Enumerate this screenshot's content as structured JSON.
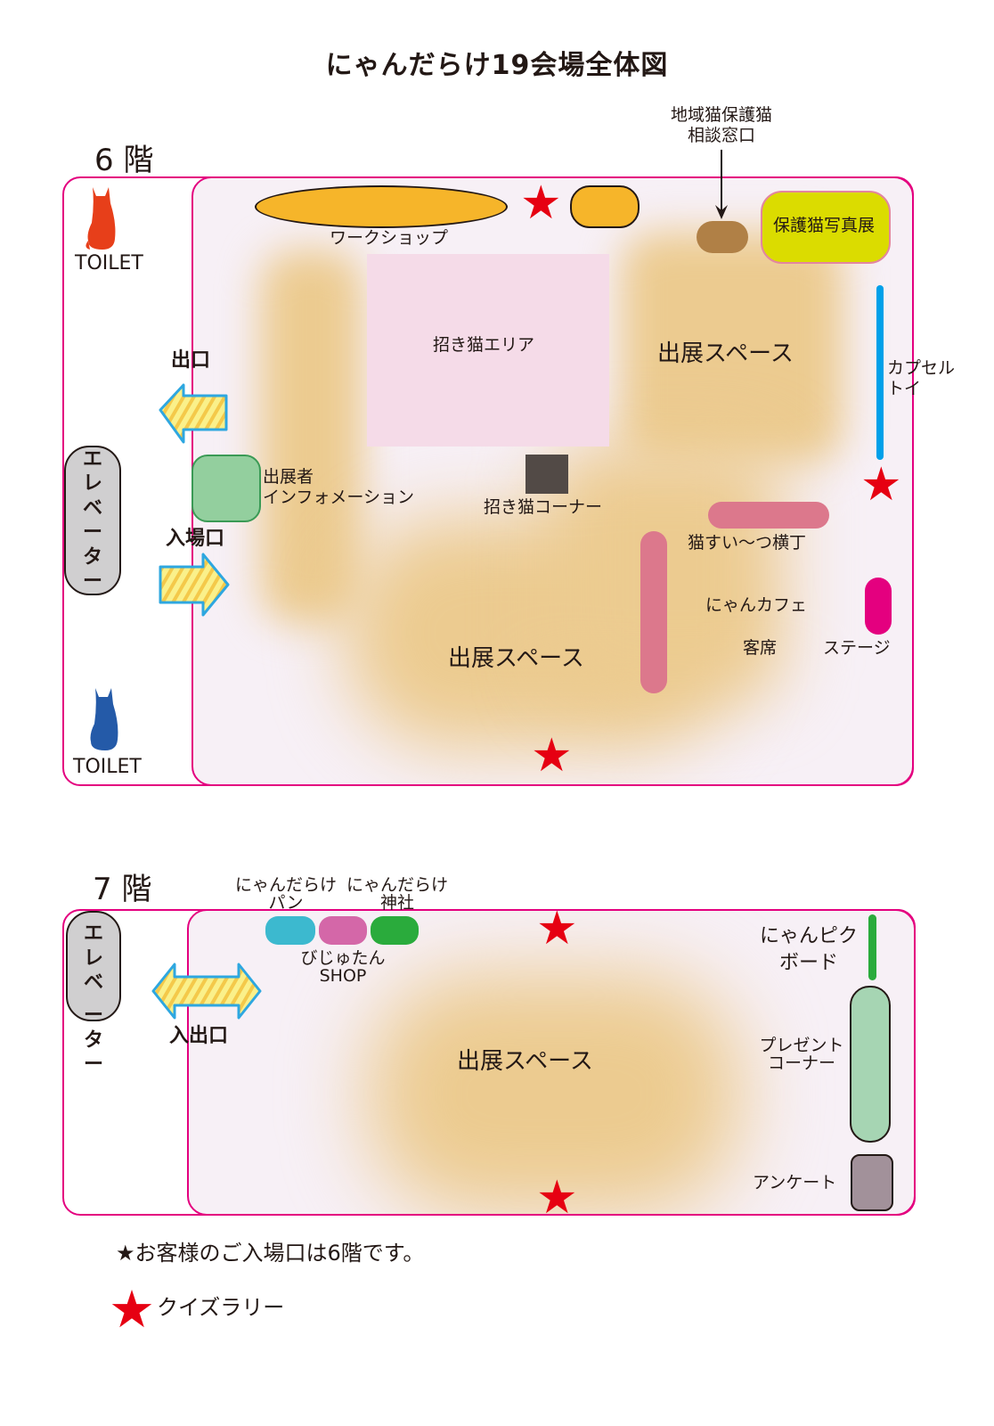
{
  "title": "にゃんだらけ19会場全体図",
  "floor6": {
    "label": "6 階",
    "toilet_top": "TOILET",
    "toilet_bottom": "TOILET",
    "exit_label": "出口",
    "entrance_label": "入場口",
    "elevator": [
      "エ",
      "レ",
      "ベ",
      "ー",
      "タ",
      "ー"
    ],
    "workshop": "ワークショップ",
    "consult": [
      "地域猫保護猫",
      "相談窓口"
    ],
    "photo_exhibit": "保護猫写真展",
    "maneki_area": "招き猫エリア",
    "booth_space_top": "出展スペース",
    "booth_space_bottom": "出展スペース",
    "capsule_toy": [
      "カプセル",
      "トイ"
    ],
    "exhibitor_info": [
      "出展者",
      "インフォメーション"
    ],
    "maneki_corner": "招き猫コーナー",
    "sweets_alley": "猫すい〜つ横丁",
    "cafe": "にゃんカフェ",
    "seats": "客席",
    "stage": "ステージ"
  },
  "floor7": {
    "label": "7 階",
    "elevator": [
      "エ",
      "レ",
      "ベ",
      "ー",
      "タ",
      "ー"
    ],
    "entrance_exit": "入出口",
    "bread": [
      "にゃんだらけ",
      "パン"
    ],
    "shrine": [
      "にゃんだらけ",
      "神社"
    ],
    "shop": [
      "びじゅたん",
      "SHOP"
    ],
    "booth_space": "出展スペース",
    "board": [
      "にゃんピク",
      "ボード"
    ],
    "present": [
      "プレゼント",
      "コーナー"
    ],
    "survey": "アンケート"
  },
  "notes": {
    "entrance_note": "★お客様のご入場口は6階です。",
    "quiz_legend": "クイズラリー"
  },
  "colors": {
    "border": "#e4007f",
    "workshop": "#f6b52a",
    "consult": "#b08046",
    "photo": "#dbdc00",
    "capsule": "#00a0e9",
    "info": "#93cf9e",
    "maneki_corner": "#524a46",
    "sweets": "#dc788c",
    "stage": "#e4007f",
    "bread": "#3cb9cf",
    "shop": "#d467a8",
    "shrine": "#2aab3c",
    "board": "#2aab3c",
    "present": "#a6d5b3",
    "survey": "#a2919a",
    "star": "#e60012"
  }
}
